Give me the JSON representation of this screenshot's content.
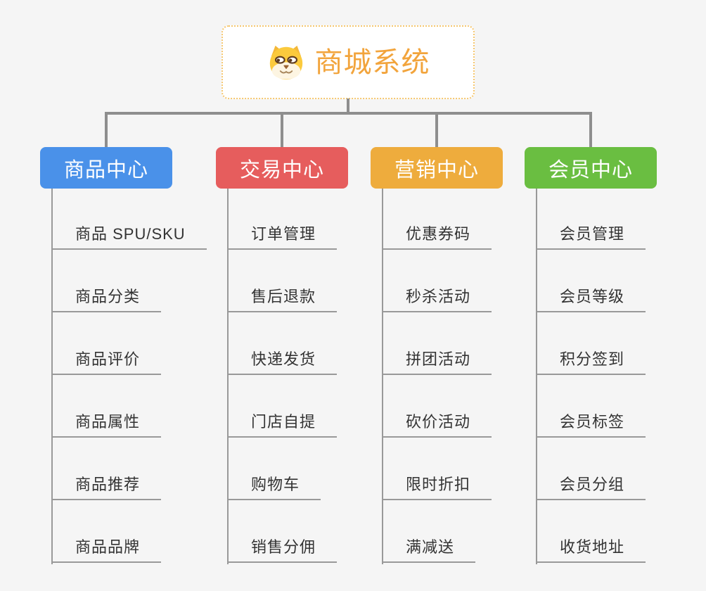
{
  "root": {
    "title": "商城系统",
    "title_color": "#f2a43c",
    "border_color": "#f6c76f",
    "icon": "dog-face-icon"
  },
  "branches": [
    {
      "label": "商品中心",
      "color": "#4a91e9",
      "items": [
        "商品 SPU/SKU",
        "商品分类",
        "商品评价",
        "商品属性",
        "商品推荐",
        "商品品牌"
      ]
    },
    {
      "label": "交易中心",
      "color": "#e65d5d",
      "items": [
        "订单管理",
        "售后退款",
        "快递发货",
        "门店自提",
        "购物车",
        "销售分佣"
      ]
    },
    {
      "label": "营销中心",
      "color": "#eeac3d",
      "items": [
        "优惠券码",
        "秒杀活动",
        "拼团活动",
        "砍价活动",
        "限时折扣",
        "满减送"
      ]
    },
    {
      "label": "会员中心",
      "color": "#6abe41",
      "items": [
        "会员管理",
        "会员等级",
        "积分签到",
        "会员标签",
        "会员分组",
        "收货地址"
      ]
    }
  ],
  "connector_color": "#8e8e8e",
  "leaf_line_color": "#999999",
  "background_color": "#f5f5f5"
}
